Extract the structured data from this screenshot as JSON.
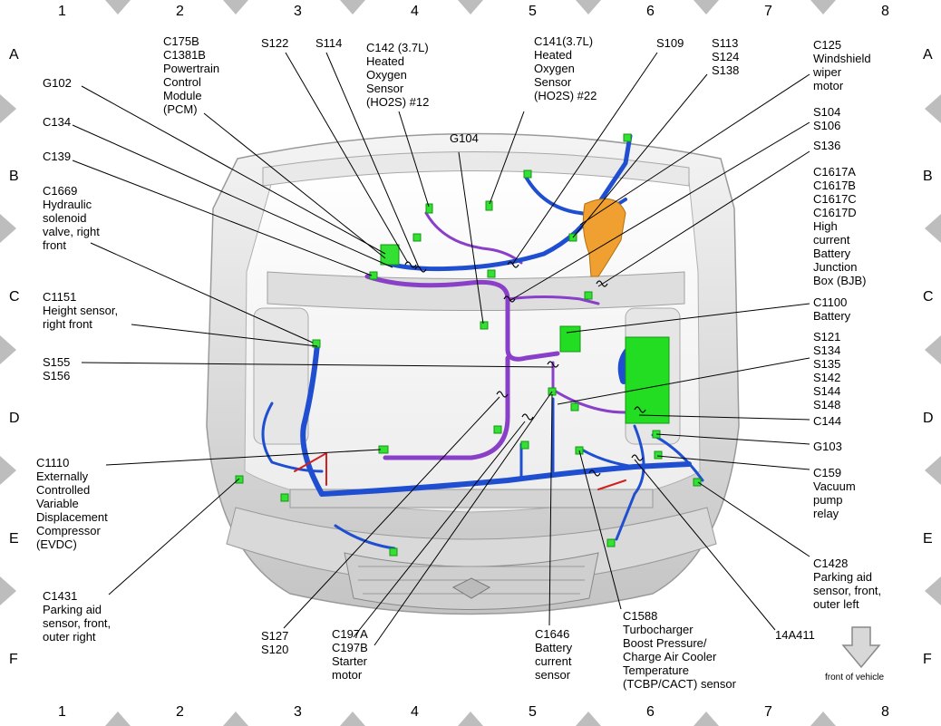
{
  "grid": {
    "columns": [
      "1",
      "2",
      "3",
      "4",
      "5",
      "6",
      "7",
      "8"
    ],
    "rows": [
      "A",
      "B",
      "C",
      "D",
      "E",
      "F"
    ]
  },
  "labels": {
    "c175b": "C175B\nC1381B\nPowertrain\nControl\nModule\n(PCM)",
    "s122": "S122",
    "s114": "S114",
    "c142": "C142 (3.7L)\nHeated\nOxygen\nSensor\n(HO2S) #12",
    "c141": "C141(3.7L)\nHeated\nOxygen\nSensor\n(HO2S) #22",
    "s109": "S109",
    "s113": "S113\nS124\nS138",
    "c125": "C125\nWindshield\nwiper\nmotor",
    "g102": "G102",
    "c134": "C134",
    "c139": "C139",
    "c1669": "C1669\nHydraulic\nsolenoid\nvalve, right\nfront",
    "c1151": "C1151\nHeight sensor,\nright front",
    "s155": "S155\nS156",
    "c1110": "C1110\nExternally\nControlled\nVariable\nDisplacement\nCompressor\n(EVDC)",
    "c1431": "C1431\nParking aid\nsensor, front,\nouter right",
    "g104": "G104",
    "s104": "S104\nS106",
    "s136": "S136",
    "c1617": "C1617A\nC1617B\nC1617C\nC1617D\nHigh\ncurrent\nBattery\nJunction\nBox (BJB)",
    "c1100": "C1100\nBattery",
    "s121": "S121\nS134\nS135\nS142\nS144\nS148",
    "c144": "C144",
    "g103": "G103",
    "c159": "C159\nVacuum\npump\nrelay",
    "c1428": "C1428\nParking aid\nsensor, front,\nouter left",
    "s127": "S127\nS120",
    "c197": "C197A\nC197B\nStarter\nmotor",
    "c1646": "C1646\nBattery\ncurrent\nsensor",
    "c1588": "C1588\nTurbocharger\nBoost Pressure/\nCharge Air Cooler\nTemperature\n(TCBP/CACT) sensor",
    "h14a411": "14A411",
    "front": "front of vehicle"
  },
  "colors": {
    "harness_blue": "#1f4fd0",
    "harness_purple": "#8a3fc8",
    "connector_green": "#33e033",
    "battery_green": "#22dd22",
    "bjb_orange": "#f0a030",
    "body_gray": "#cfcfcf",
    "marker_gray": "#bdbdbd"
  },
  "icons": {
    "front_arrow": "down-arrow-icon"
  }
}
